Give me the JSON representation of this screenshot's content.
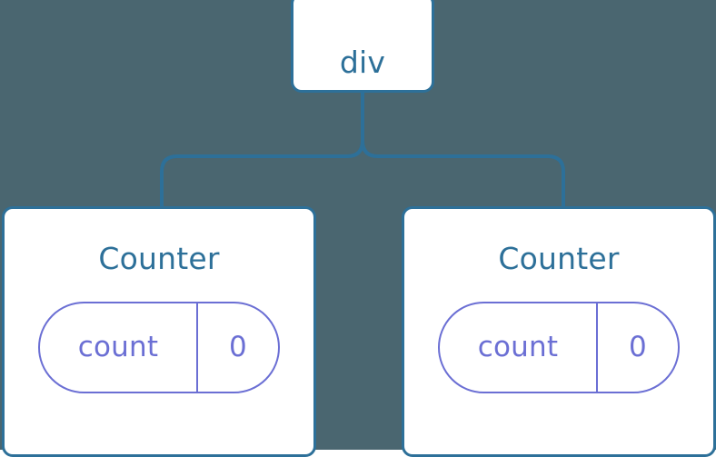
{
  "diagram": {
    "type": "component-tree",
    "background_color": "#4a6670",
    "node_border_color": "#2d7099",
    "node_fill_color": "#ffffff",
    "node_text_color": "#2d7099",
    "state_color": "#6b6fd4",
    "connector_color": "#2d7099",
    "root": {
      "label": "div"
    },
    "children": [
      {
        "label": "Counter",
        "state": {
          "key": "count",
          "value": "0"
        }
      },
      {
        "label": "Counter",
        "state": {
          "key": "count",
          "value": "0"
        }
      }
    ]
  }
}
